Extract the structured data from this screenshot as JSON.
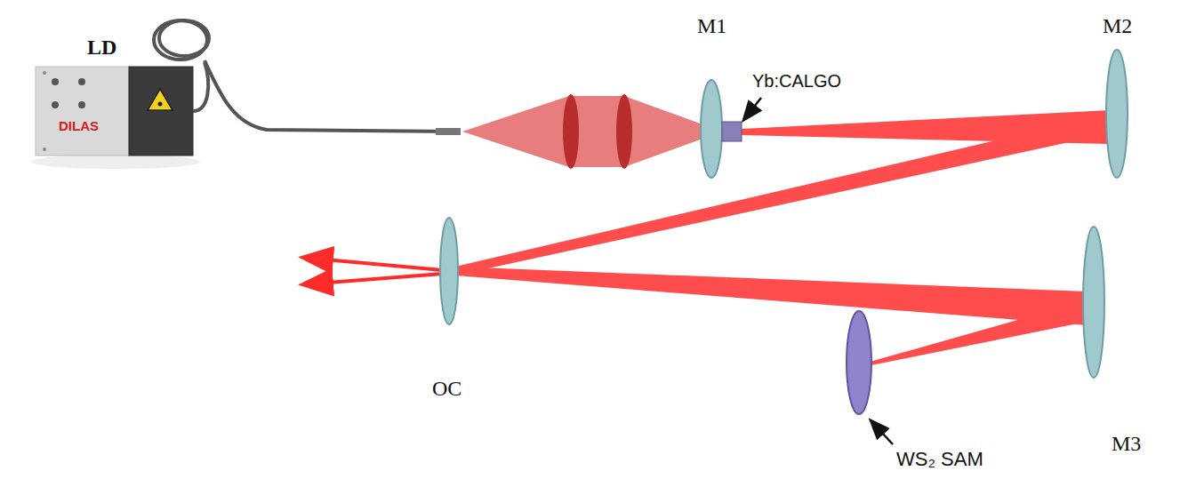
{
  "diagram": {
    "labels": [
      "LD",
      "DILAS",
      "M1",
      "Yb:CALGO",
      "M2",
      "OC",
      "M3",
      "WS₂ SAM"
    ]
  }
}
